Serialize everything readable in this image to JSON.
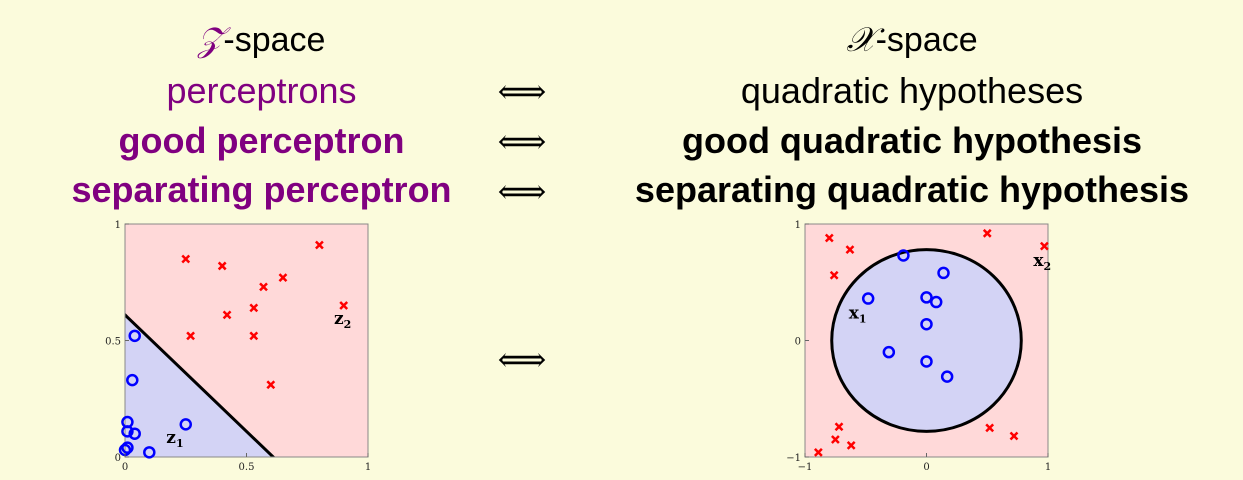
{
  "header": {
    "left_symbol": "𝒵",
    "left_suffix": "-space",
    "right_symbol": "𝒳",
    "right_suffix": "-space"
  },
  "rows": [
    {
      "left": "perceptrons",
      "arrow": "⟺",
      "right": "quadratic hypotheses"
    },
    {
      "left": "good perceptron",
      "arrow": "⟺",
      "right": "good quadratic hypothesis"
    },
    {
      "left": "separating perceptron",
      "arrow": "⟺",
      "right": "separating quadratic hypothesis"
    }
  ],
  "chart_arrow": "⟺",
  "colors": {
    "purple": "#800080",
    "background": "#fbfbdc",
    "red_region": "#ffd9d9",
    "blue_region": "#d3d3f5",
    "red_x": "#ff0000",
    "blue_o": "#0000ff"
  },
  "chart_data": [
    {
      "type": "scatter",
      "xlim": [
        0,
        1
      ],
      "ylim": [
        0,
        1
      ],
      "xticks": [
        {
          "v": 0,
          "label": "0"
        },
        {
          "v": 0.5,
          "label": "0.5"
        },
        {
          "v": 1,
          "label": "1"
        }
      ],
      "yticks": [
        {
          "v": 0,
          "label": "0"
        },
        {
          "v": 0.5,
          "label": "0.5"
        },
        {
          "v": 1,
          "label": "1"
        }
      ],
      "boundary": {
        "shape": "line",
        "points": [
          [
            -0.05,
            0.66
          ],
          [
            0.66,
            -0.05
          ]
        ]
      },
      "series": [
        {
          "marker": "x",
          "color": "#ff0000",
          "points": [
            [
              0.25,
              0.85
            ],
            [
              0.4,
              0.82
            ],
            [
              0.8,
              0.91
            ],
            [
              0.65,
              0.77
            ],
            [
              0.57,
              0.73
            ],
            [
              0.53,
              0.64
            ],
            [
              0.42,
              0.61
            ],
            [
              0.27,
              0.52
            ],
            [
              0.53,
              0.52
            ],
            [
              0.9,
              0.65
            ],
            [
              0.6,
              0.31
            ]
          ]
        },
        {
          "marker": "o",
          "color": "#0000ff",
          "points": [
            [
              0.04,
              0.52
            ],
            [
              0.03,
              0.33
            ],
            [
              0.25,
              0.14
            ],
            [
              0.01,
              0.15
            ],
            [
              0.01,
              0.11
            ],
            [
              0.04,
              0.1
            ],
            [
              0.01,
              0.04
            ],
            [
              0.0,
              0.03
            ],
            [
              0.1,
              0.02
            ]
          ]
        }
      ],
      "annotations": [
        {
          "text": "z",
          "sub": "2",
          "x": 0.86,
          "y": 0.57
        },
        {
          "text": "z",
          "sub": "1",
          "x": 0.17,
          "y": 0.06
        }
      ]
    },
    {
      "type": "scatter",
      "xlim": [
        -1,
        1
      ],
      "ylim": [
        -1,
        1
      ],
      "xticks": [
        {
          "v": -1,
          "label": "−1"
        },
        {
          "v": 0,
          "label": "0"
        },
        {
          "v": 1,
          "label": "1"
        }
      ],
      "yticks": [
        {
          "v": -1,
          "label": "−1"
        },
        {
          "v": 0,
          "label": "0"
        },
        {
          "v": 1,
          "label": "1"
        }
      ],
      "boundary": {
        "shape": "circle",
        "center": [
          0,
          0
        ],
        "radius": 0.78
      },
      "series": [
        {
          "marker": "x",
          "color": "#ff0000",
          "points": [
            [
              -0.8,
              0.88
            ],
            [
              -0.63,
              0.78
            ],
            [
              -0.76,
              0.56
            ],
            [
              0.5,
              0.92
            ],
            [
              0.97,
              0.81
            ],
            [
              -0.72,
              -0.74
            ],
            [
              -0.75,
              -0.85
            ],
            [
              -0.62,
              -0.9
            ],
            [
              0.52,
              -0.75
            ],
            [
              0.72,
              -0.82
            ],
            [
              -0.89,
              -0.96
            ]
          ]
        },
        {
          "marker": "o",
          "color": "#0000ff",
          "points": [
            [
              -0.19,
              0.73
            ],
            [
              0.14,
              0.58
            ],
            [
              -0.48,
              0.36
            ],
            [
              0.0,
              0.37
            ],
            [
              0.08,
              0.33
            ],
            [
              0.0,
              0.14
            ],
            [
              -0.31,
              -0.1
            ],
            [
              0.0,
              -0.18
            ],
            [
              0.17,
              -0.31
            ]
          ]
        }
      ],
      "annotations": [
        {
          "text": "x",
          "sub": "2",
          "x": 0.88,
          "y": 0.64
        },
        {
          "text": "x",
          "sub": "1",
          "x": -0.64,
          "y": 0.19
        }
      ]
    }
  ]
}
